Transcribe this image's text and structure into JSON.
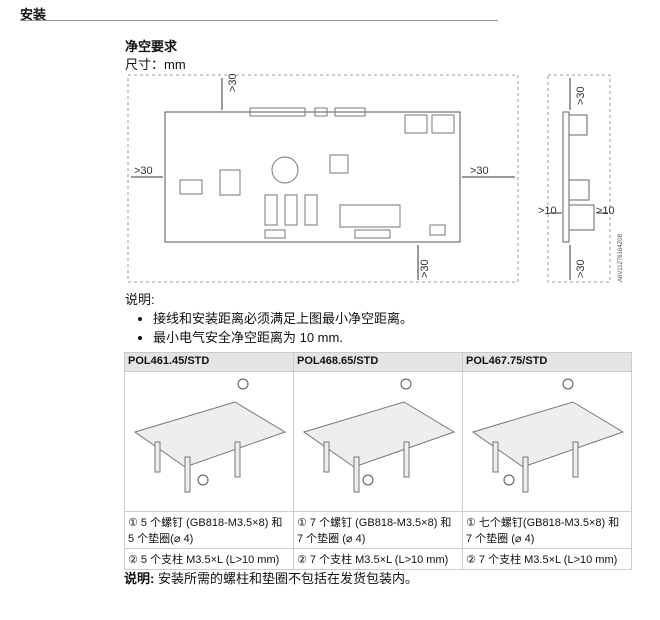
{
  "section_title": "安装",
  "subtitle": "净空要求",
  "unit": "尺寸：mm",
  "diagram": {
    "top": ">30",
    "bottom": ">30",
    "left": ">30",
    "right": ">30",
    "side_top": ">30",
    "side_bottom": ">30",
    "side_left": ">10",
    "side_right": ">10",
    "code": "A6V11276164Z08"
  },
  "notes": {
    "label": "说明:",
    "items": [
      "接线和安装距离必须满足上图最小净空距离。",
      "最小电气安全净空距离为 10 mm."
    ]
  },
  "table": {
    "columns": [
      {
        "model": "POL461.45/STD",
        "line1": "① 5 个螺钉 (GB818-M3.5×8) 和 5 个垫圈(⌀ 4)",
        "line2": "② 5 个支柱 M3.5×L (L>10 mm)"
      },
      {
        "model": "POL468.65/STD",
        "line1": "① 7 个螺钉 (GB818-M3.5×8) 和 7 个垫圈 (⌀ 4)",
        "line2": "② 7 个支柱 M3.5×L (L>10 mm)"
      },
      {
        "model": "POL467.75/STD",
        "line1": "① 七个螺钉(GB818-M3.5×8) 和 7 个垫圈 (⌀ 4)",
        "line2": "② 7 个支柱 M3.5×L (L>10 mm)"
      }
    ]
  },
  "footer": {
    "label": "说明:",
    "text": " 安装所需的螺柱和垫圈不包括在发货包装内。"
  }
}
